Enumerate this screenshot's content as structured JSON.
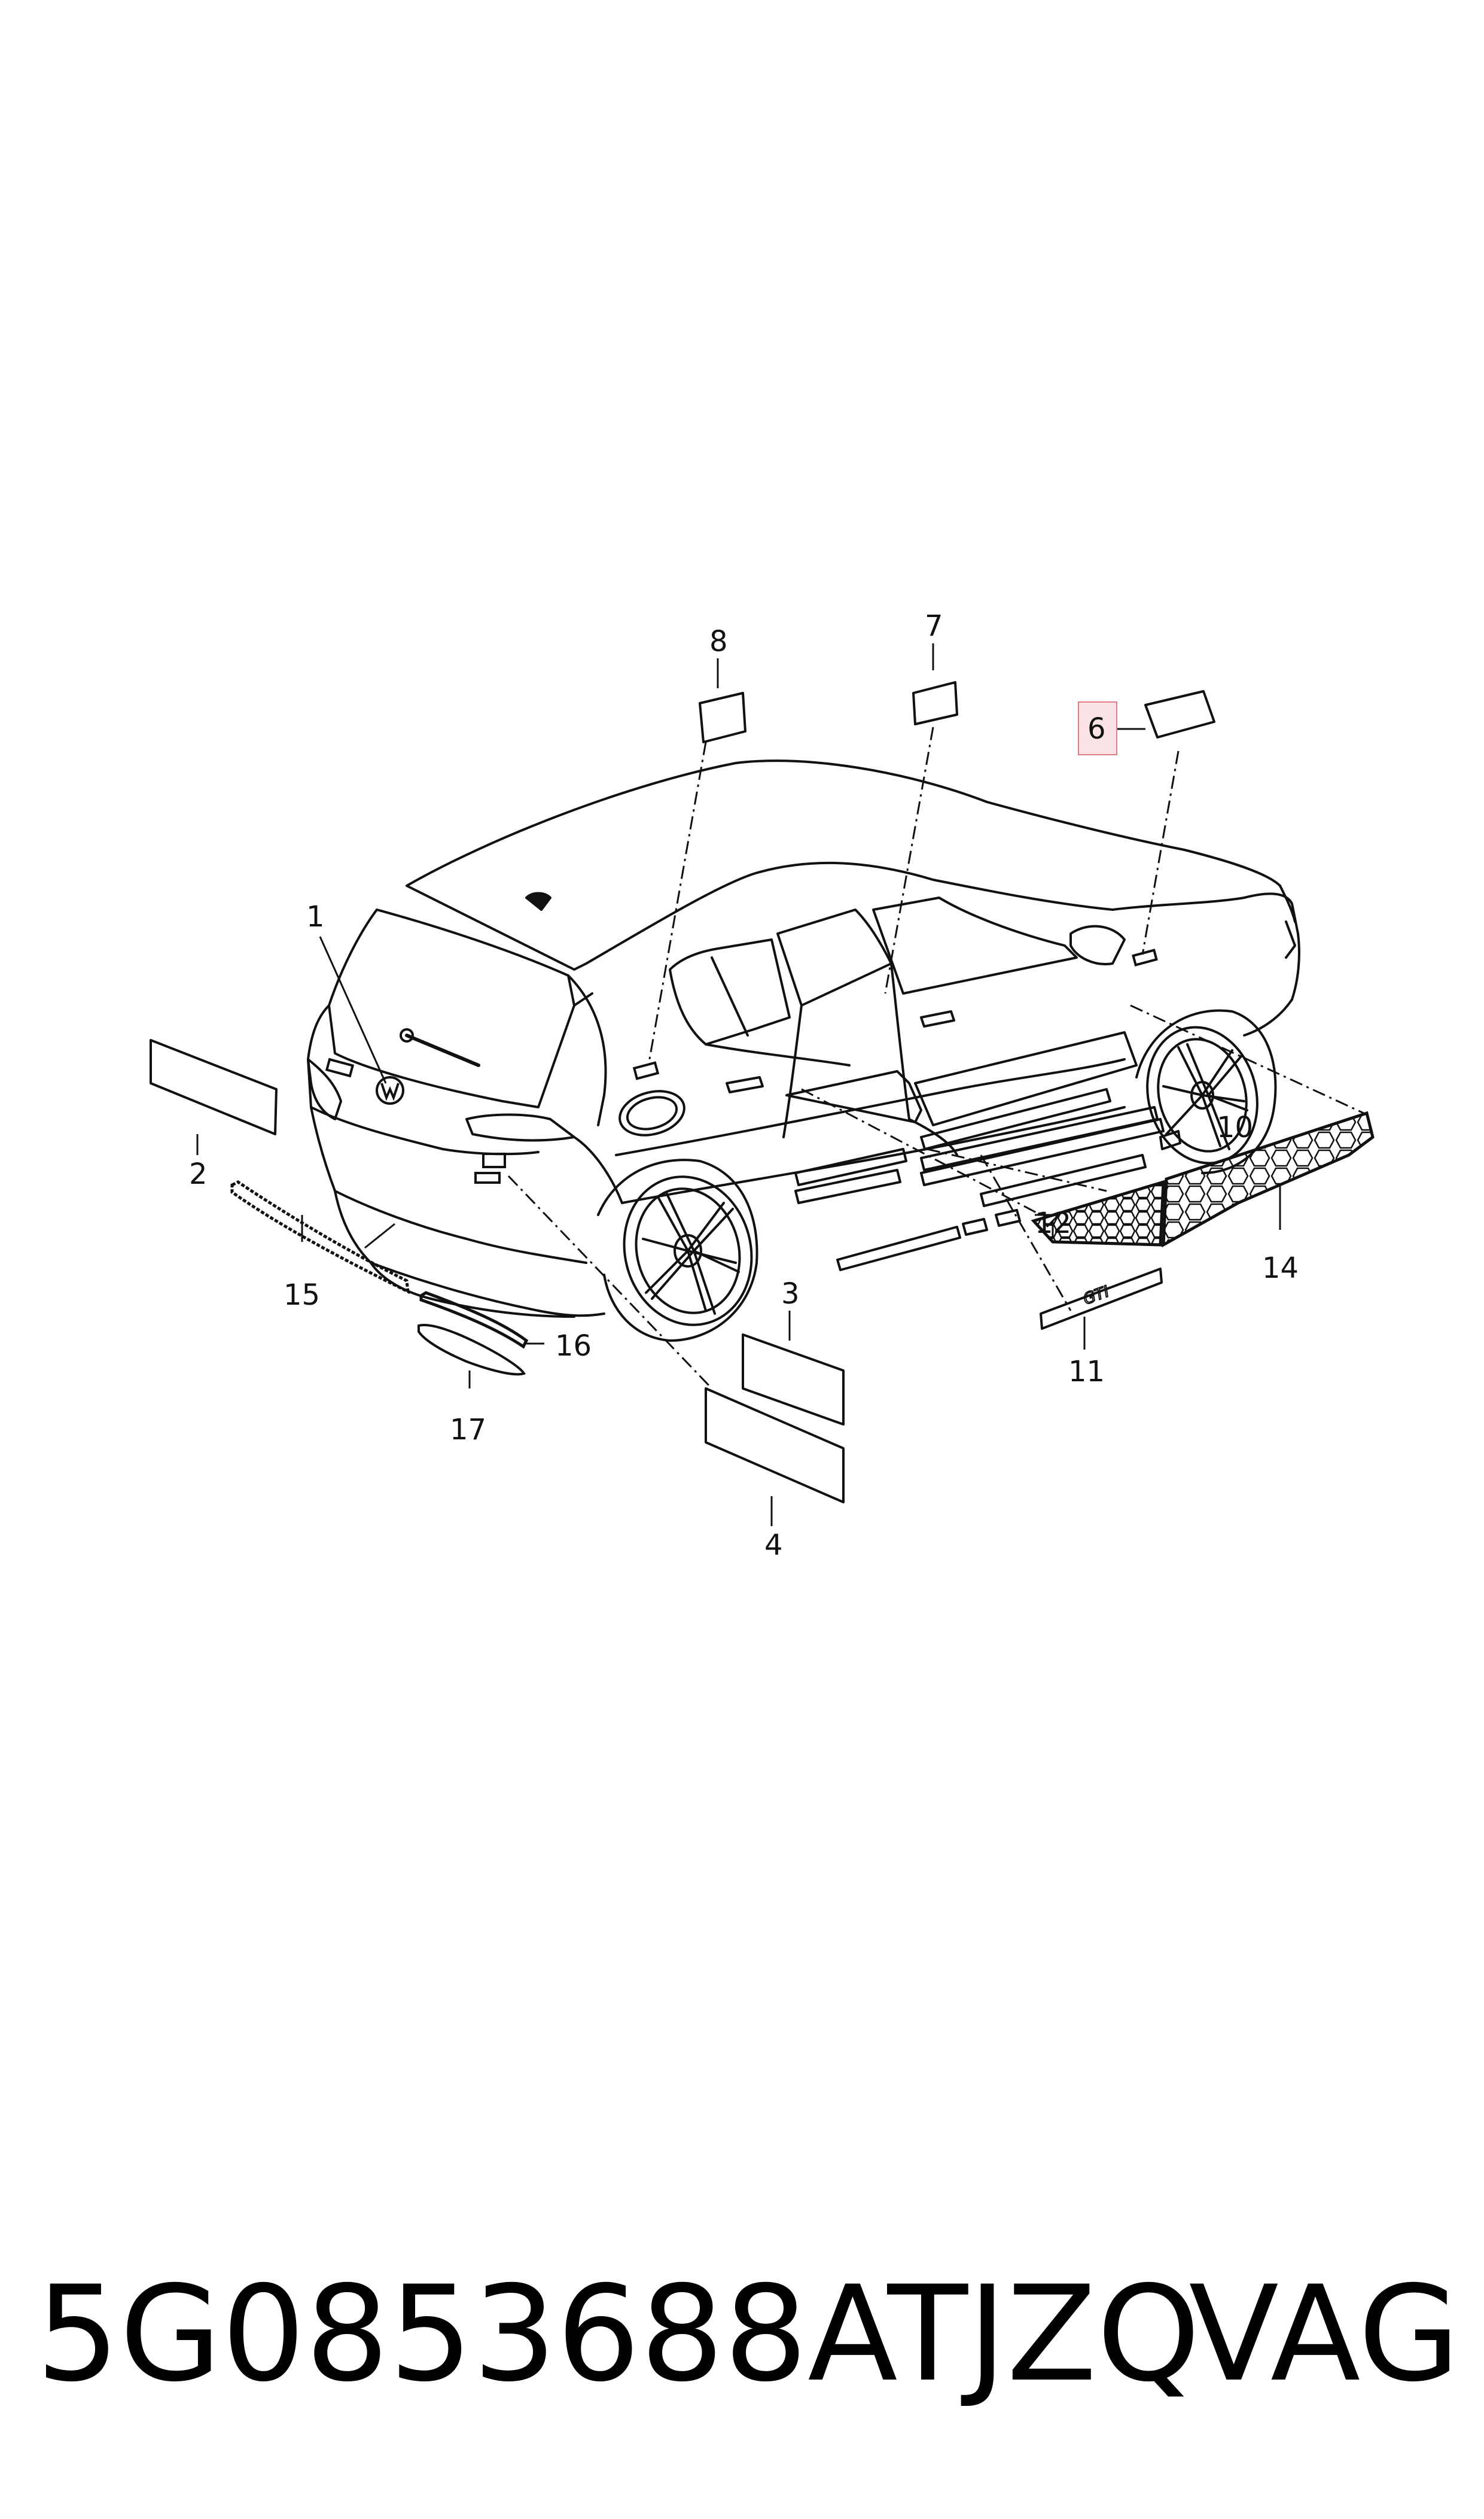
{
  "callouts": {
    "c1": "1",
    "c2": "2",
    "c3": "3",
    "c4": "4",
    "c6": "6",
    "c7": "7",
    "c8": "8",
    "c10": "10",
    "c11": "11",
    "c12": "12",
    "c14": "14",
    "c15": "15",
    "c16": "16",
    "c17": "17"
  },
  "highlighted_callout": "6",
  "colors": {
    "highlight_fill": "#fbe3e6",
    "highlight_stroke": "#e07b88",
    "line": "#111111"
  },
  "footer": {
    "part_number": "5G0853688ATJZQ",
    "brand": "VAG"
  }
}
